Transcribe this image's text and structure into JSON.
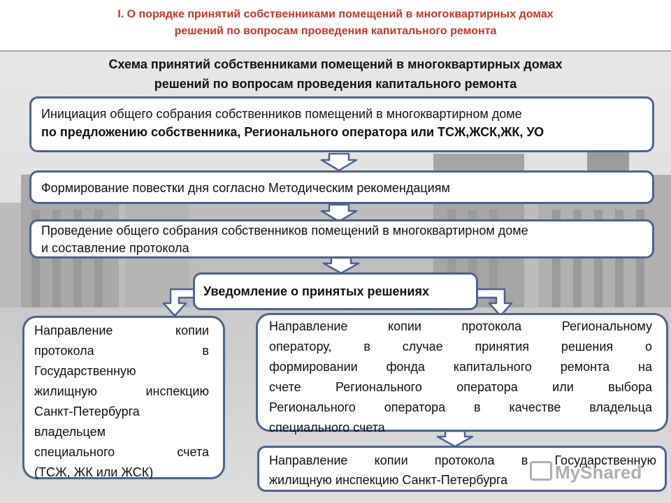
{
  "header": {
    "line1": "I. О порядке принятий собственниками помещений в многоквартирных домах",
    "line2": "решений по вопросам проведения капитального ремонта"
  },
  "scheme": {
    "title_line1": "Схема принятий собственниками помещений в многоквартирных домах",
    "title_line2": "решений по вопросам проведения капитального ремонта"
  },
  "steps": {
    "initiation": {
      "line1": "Инициация общего собрания собственников помещений в многоквартирном доме",
      "line2": "по предложению собственника, Регионального оператора или ТСЖ,ЖСК,ЖК, УО"
    },
    "agenda": "Формирование повестки дня согласно Методическим рекомендациям",
    "meeting": {
      "line1": "Проведение общего собрания собственников помещений в многоквартирном доме",
      "line2": "и составление протокола"
    },
    "notification": "Уведомление о принятых решениях"
  },
  "left_branch": {
    "lines": [
      "Направление копии",
      "протокола в",
      "Государственную",
      "жилищную инспекцию",
      "Санкт-Петербурга",
      "владельцем",
      "специального счета",
      "(ТСЖ, ЖК или ЖСК)"
    ]
  },
  "right_branch": {
    "lines": [
      "Направление копии протокола Региональному",
      "оператору, в случае принятия решения о",
      "формировании фонда капитального ремонта на",
      "счете Регионального оператора или выбора",
      "Регионального оператора в качестве владельца",
      "специального счета"
    ],
    "followup_line1": "Направление копии протокола в Государственную",
    "followup_line2": "жилищную инспекцию Санкт-Петербурга"
  },
  "watermark": "MyShared",
  "colors": {
    "header_text": "#c0392b",
    "box_border": "#4a6390",
    "arrow_fill": "#ffffff",
    "arrow_stroke": "#4a6390"
  }
}
